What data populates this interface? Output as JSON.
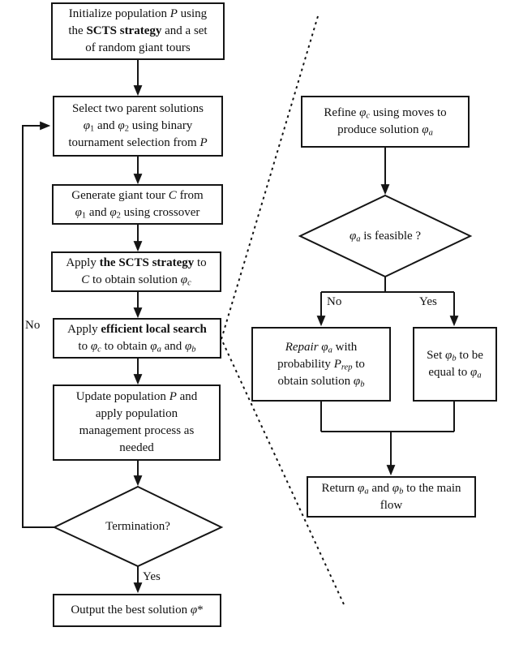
{
  "nodes": {
    "init": "Initialize population *P* using\nthe **SCTS strategy** and a set\nof random giant tours",
    "select": "Select two parent solutions\n*φ*~1~ and *φ*~2~ using binary\ntournament selection from *P*",
    "crossover": "Generate giant tour *C* from\n*φ*~1~ and *φ*~2~ using crossover",
    "apply_scts": "Apply **the SCTS strategy** to\n*C* to obtain solution *φ*~*c*~",
    "local_search": "Apply **efficient local search**\nto *φ*~*c*~ to obtain *φ*~*a*~ and *φ*~*b*~",
    "update": "Update population *P* and\napply population\nmanagement process as\nneeded",
    "termination": "Termination?",
    "output": "Output the best solution *φ**",
    "refine": "Refine *φ*~*c*~ using moves to\nproduce solution *φ*~*a*~",
    "feasible": "*φ*~*a*~ is feasible ?",
    "repair": "*Repair* *φ*~*a*~ with\nprobability *P*~*rep*~ to\nobtain solution *φ*~*b*~",
    "set_equal": "Set *φ*~*b*~ to be\nequal to *φ*~*a*~",
    "return": "Return *φ*~*a*~ and *φ*~*b*~ to the main\nflow"
  },
  "edge_labels": {
    "termination_no": "No",
    "termination_yes": "Yes",
    "feasible_no": "No",
    "feasible_yes": "Yes"
  },
  "colors": {
    "ink": "#111111",
    "background": "#ffffff"
  }
}
